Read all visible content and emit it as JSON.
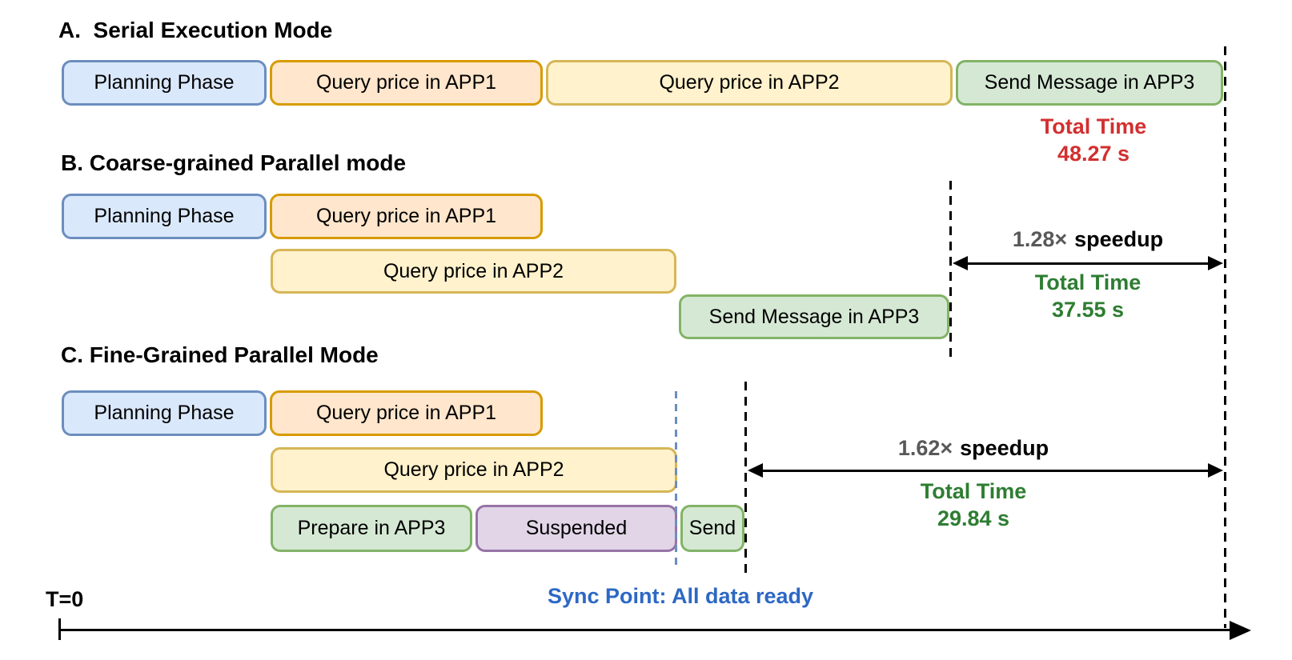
{
  "palette": {
    "blue_fill": "#DAE8FC",
    "blue_border": "#6C8EBF",
    "orange_fill": "#FFE6CC",
    "orange_border": "#D79B00",
    "yellow_fill": "#FFF2CC",
    "yellow_border": "#D6B656",
    "green_fill": "#D5E8D4",
    "green_border": "#82B366",
    "purple_fill": "#E1D5E7",
    "purple_border": "#9673A6",
    "red_text": "#D32F2F",
    "green_text": "#2E7D32",
    "blue_text": "#2D68C4",
    "gray_factor_text": "#595959"
  },
  "sections": {
    "a": {
      "title": "A.  Serial Execution Mode",
      "bars": {
        "planning": "Planning Phase",
        "app1": "Query price in APP1",
        "app2": "Query price in APP2",
        "app3": "Send Message in APP3"
      },
      "total_time": {
        "label": "Total Time",
        "value": "48.27 s"
      }
    },
    "b": {
      "title": "B. Coarse-grained Parallel mode",
      "bars": {
        "planning": "Planning Phase",
        "app1": "Query price in APP1",
        "app2": "Query price in APP2",
        "app3": "Send Message in APP3"
      },
      "speedup": {
        "factor": "1.28×",
        "word": "speedup"
      },
      "total_time": {
        "label": "Total Time",
        "value": "37.55 s"
      }
    },
    "c": {
      "title": "C. Fine-Grained Parallel Mode",
      "bars": {
        "planning": "Planning Phase",
        "app1": "Query price in APP1",
        "app2": "Query price in APP2",
        "prepare": "Prepare in APP3",
        "suspended": "Suspended",
        "send": "Send"
      },
      "speedup": {
        "factor": "1.62×",
        "word": "speedup"
      },
      "total_time": {
        "label": "Total Time",
        "value": "29.84 s"
      }
    }
  },
  "annotations": {
    "sync_point": "Sync Point: All data ready",
    "origin": "T=0"
  }
}
